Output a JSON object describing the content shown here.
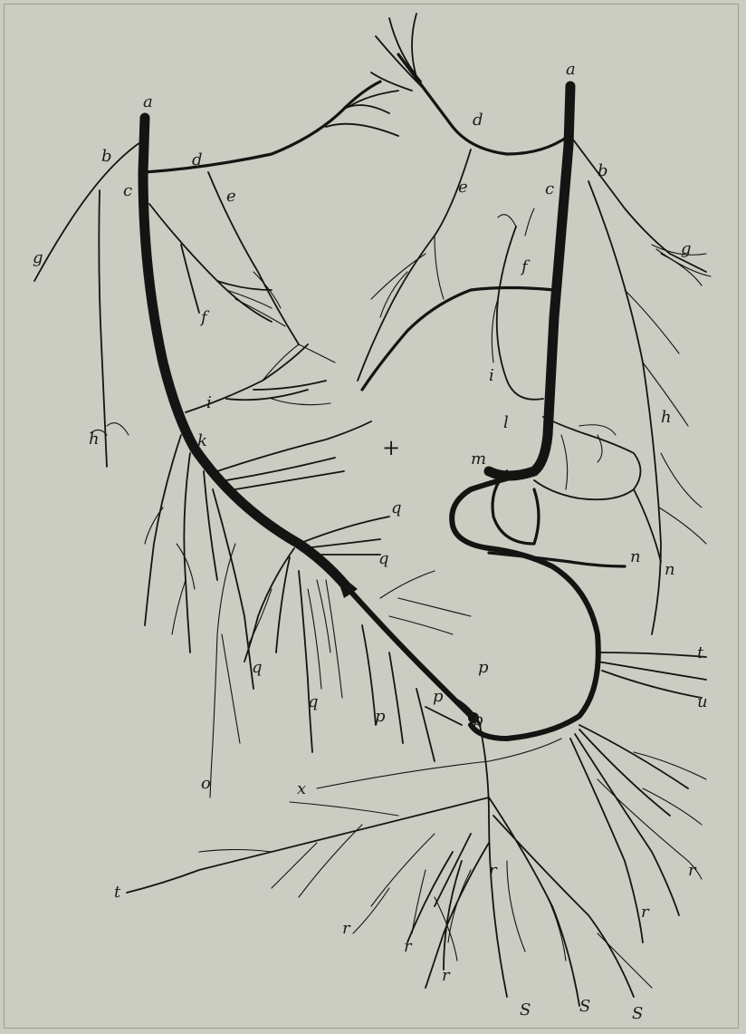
{
  "labels": {
    "l_a1": "a",
    "l_b1": "b",
    "l_c1": "c",
    "l_d1": "d",
    "l_e1": "e",
    "l_g1": "g",
    "l_f1": "f",
    "l_h1": "h",
    "l_i1": "i",
    "l_k1": "k",
    "l_a2": "a",
    "l_d2": "d",
    "l_e2": "e",
    "l_c2": "c",
    "l_b2": "b",
    "l_g2": "g",
    "l_f2": "f",
    "l_i2": "i",
    "l_h2": "h",
    "l_l2": "l",
    "l_m2": "m",
    "l_plus": "+",
    "l_q1": "q",
    "l_q2": "q",
    "l_q3": "q",
    "l_q4": "q",
    "l_n1": "n",
    "l_n2": "n",
    "l_t1": "t",
    "l_u1": "u",
    "l_p1": "p",
    "l_p2": "p",
    "l_p3": "p",
    "l_p4": "p",
    "l_x": "x",
    "l_o": "o",
    "l_t2": "t",
    "l_r1": "r",
    "l_r2": "r",
    "l_r3": "r",
    "l_r4": "r",
    "l_r5": "r",
    "l_r6": "r",
    "l_s1": "S",
    "l_s2": "S",
    "l_s3": "S"
  }
}
